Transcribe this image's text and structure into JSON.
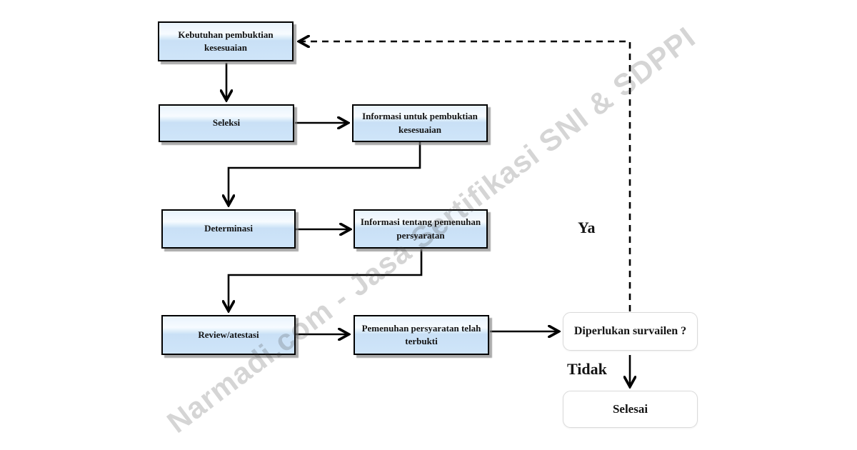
{
  "flowchart": {
    "nodes": {
      "kebutuhan_pembuktian": {
        "label": "Kebutuhan pembuktian kesesuaian",
        "type": "process"
      },
      "seleksi": {
        "label": "Seleksi",
        "type": "process"
      },
      "informasi_pembuktian": {
        "label": "Informasi untuk pembuktian kesesuaian",
        "type": "process"
      },
      "determinasi": {
        "label": "Determinasi",
        "type": "process"
      },
      "informasi_pemenuhan": {
        "label": "Informasi tentang pemenuhan persyaratan",
        "type": "process"
      },
      "review_atestasi": {
        "label": "Review/atestasi",
        "type": "process"
      },
      "pemenuhan_terbukti": {
        "label": "Pemenuhan persyaratan telah terbukti",
        "type": "process"
      },
      "diperlukan_survailen": {
        "label": "Diperlukan survailen ?",
        "type": "question"
      },
      "selesai": {
        "label": "Selesai",
        "type": "terminal"
      }
    },
    "edges": [
      {
        "from": "kebutuhan_pembuktian",
        "to": "seleksi",
        "style": "solid"
      },
      {
        "from": "seleksi",
        "to": "informasi_pembuktian",
        "style": "solid"
      },
      {
        "from": "informasi_pembuktian",
        "to": "determinasi",
        "style": "solid"
      },
      {
        "from": "determinasi",
        "to": "informasi_pemenuhan",
        "style": "solid"
      },
      {
        "from": "informasi_pemenuhan",
        "to": "review_atestasi",
        "style": "solid"
      },
      {
        "from": "review_atestasi",
        "to": "pemenuhan_terbukti",
        "style": "solid"
      },
      {
        "from": "pemenuhan_terbukti",
        "to": "diperlukan_survailen",
        "style": "solid"
      },
      {
        "from": "diperlukan_survailen",
        "to": "selesai",
        "style": "solid",
        "label": "Tidak"
      },
      {
        "from": "diperlukan_survailen",
        "to": "kebutuhan_pembuktian",
        "style": "dashed",
        "label": "Ya"
      }
    ],
    "edge_labels": {
      "ya": "Ya",
      "tidak": "Tidak"
    },
    "watermark": "Narmadi.com - Jasa Sertifikasi SNI & SDPPI",
    "colors": {
      "node_fill_top": "#f7fbff",
      "node_fill_bottom": "#c9e0f6",
      "node_border": "#000000",
      "node_shadow": "#7d7d7d",
      "connector": "#000000",
      "white_node_border": "#dadada",
      "watermark_gray": "#d3d3d3",
      "text": "#141414"
    }
  }
}
